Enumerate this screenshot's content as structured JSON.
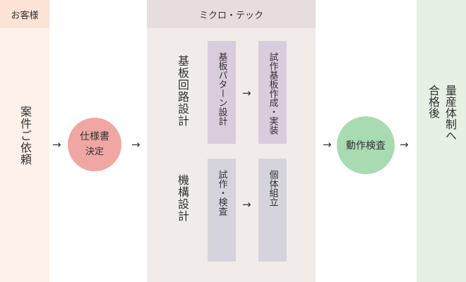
{
  "columns": {
    "customer": "お客様",
    "company": "ミクロ・テック"
  },
  "customer_step": "案件ご依頼",
  "spec_circle": {
    "line1": "仕様書",
    "line2": "決定"
  },
  "circuit": {
    "label": "基板回路設計",
    "box1": "基板パターン設計",
    "box2": "試作基板作成・実装"
  },
  "mechanism": {
    "label": "機構設計",
    "box1": "試作・検査",
    "box2": "個体組立"
  },
  "check_circle": "動作検査",
  "production": {
    "line1": "合格後",
    "line2": "量産体制へ"
  },
  "arrows": {
    "right": "→"
  },
  "colors": {
    "customer_header": "#fbe3d6",
    "customer_column": "#fdf1ea",
    "company_header": "#e6dede",
    "company_column": "#f1ecea",
    "production_column": "#e6f1e3",
    "spec_circle": "#f0a7a3",
    "check_circle": "#a8dbb2",
    "purple_box": "#d8cddd",
    "gray_box": "#d5d4dd"
  }
}
